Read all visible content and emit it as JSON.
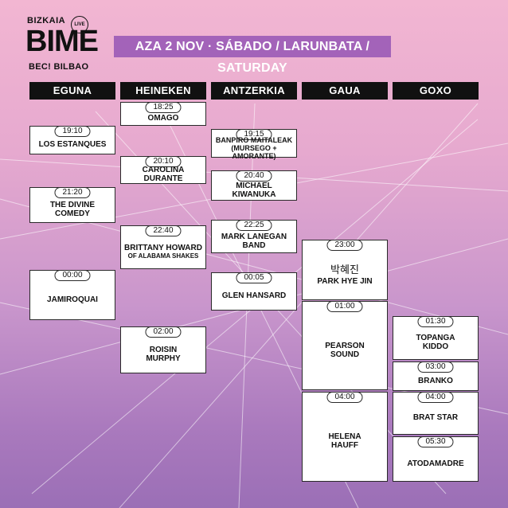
{
  "logo": {
    "line1": "BIZKAIA",
    "main": "BIME",
    "badge": "LIVE",
    "line3": "BEC! BILBAO"
  },
  "banner": "AZA 2 NOV · SÁBADO / LARUNBATA / SATURDAY",
  "columns": [
    "EGUNA",
    "HEINEKEN",
    "ANTZERKIA",
    "GAUA",
    "GOXO"
  ],
  "colors": {
    "banner": "#a363b9",
    "header": "#111111",
    "card": "#ffffff"
  },
  "slots": {
    "eguna": [
      {
        "time": "19:10",
        "lines": [
          "LOS ESTANQUES"
        ]
      },
      {
        "time": "21:20",
        "lines": [
          "THE DIVINE",
          "COMEDY"
        ]
      },
      {
        "time": "00:00",
        "lines": [
          "JAMIROQUAI"
        ]
      }
    ],
    "heineken": [
      {
        "time": "18:25",
        "lines": [
          "OMAGO"
        ]
      },
      {
        "time": "20:10",
        "lines": [
          "CAROLINA DURANTE"
        ]
      },
      {
        "time": "22:40",
        "lines": [
          "BRITTANY HOWARD"
        ],
        "sub": "OF ALABAMA SHAKES"
      },
      {
        "time": "02:00",
        "lines": [
          "ROISIN",
          "MURPHY"
        ]
      }
    ],
    "antzerkia": [
      {
        "time": "19:15",
        "lines": [
          "BANPIRO MAITALEAK",
          "(MURSEGO + AMORANTE)"
        ]
      },
      {
        "time": "20:40",
        "lines": [
          "MICHAEL",
          "KIWANUKA"
        ]
      },
      {
        "time": "22:25",
        "lines": [
          "MARK LANEGAN BAND"
        ]
      },
      {
        "time": "00:05",
        "lines": [
          "GLEN HANSARD"
        ]
      }
    ],
    "gaua": [
      {
        "time": "23:00",
        "korean": "박혜진",
        "lines": [
          "PARK HYE JIN"
        ]
      },
      {
        "time": "01:00",
        "lines": [
          "PEARSON",
          "SOUND"
        ]
      },
      {
        "time": "04:00",
        "lines": [
          "HELENA",
          "HAUFF"
        ]
      }
    ],
    "goxo": [
      {
        "time": "01:30",
        "lines": [
          "TOPANGA",
          "KIDDO"
        ]
      },
      {
        "time": "03:00",
        "lines": [
          "BRANKO"
        ]
      },
      {
        "time": "04:00",
        "lines": [
          "BRAT STAR"
        ]
      },
      {
        "time": "05:30",
        "lines": [
          "ATODAMADRE"
        ]
      }
    ]
  }
}
